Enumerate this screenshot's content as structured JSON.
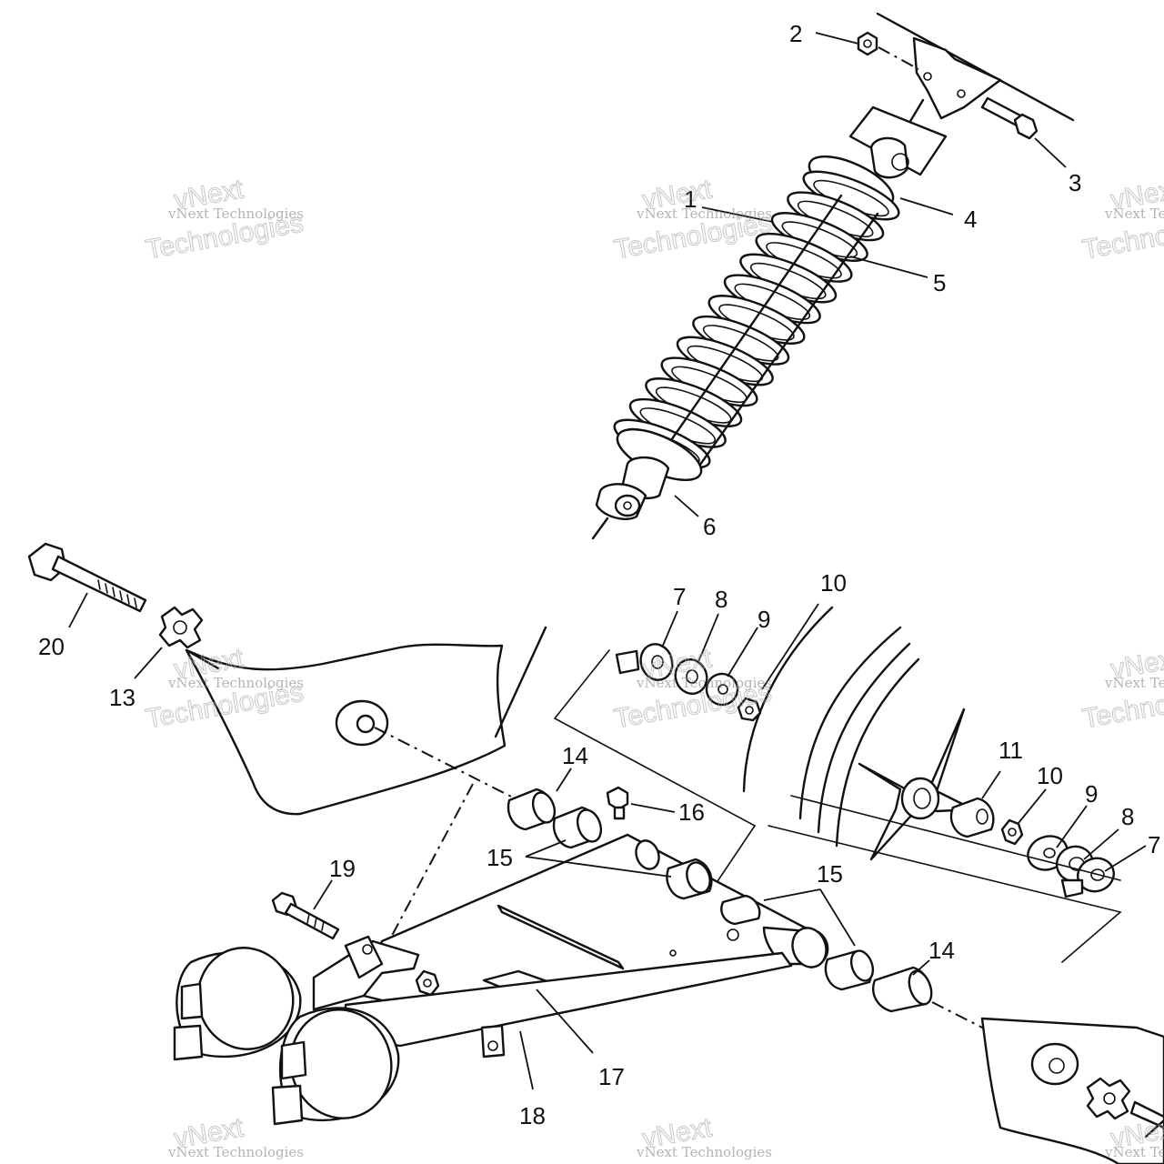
{
  "callouts": {
    "c1": "1",
    "c2": "2",
    "c3": "3",
    "c4": "4",
    "c5": "5",
    "c6": "6",
    "c7a": "7",
    "c8a": "8",
    "c9a": "9",
    "c10a": "10",
    "c11": "11",
    "c10b": "10",
    "c9b": "9",
    "c8b": "8",
    "c7b": "7",
    "c13": "13",
    "c14a": "14",
    "c14b": "14",
    "c15a": "15",
    "c15b": "15",
    "c16": "16",
    "c17": "17",
    "c18": "18",
    "c19": "19",
    "c20": "20"
  },
  "watermark": {
    "small": "vNext Technologies",
    "top": "vNext",
    "bottom": "Technologies"
  }
}
